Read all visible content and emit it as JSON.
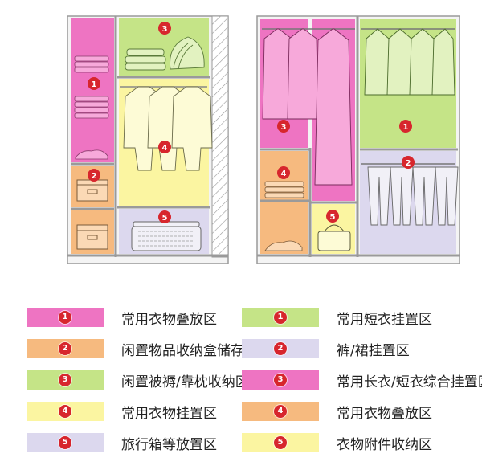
{
  "colors": {
    "pink": "#ee74c2",
    "orange": "#f6ba7f",
    "green": "#c5e487",
    "yellow": "#fbf5a1",
    "lavender": "#dcd8ee",
    "badge": "#d7262d"
  },
  "left_wardrobe": {
    "zones": [
      {
        "num": "1",
        "color": "pink"
      },
      {
        "num": "2",
        "color": "orange"
      },
      {
        "num": "3",
        "color": "green"
      },
      {
        "num": "4",
        "color": "yellow"
      },
      {
        "num": "5",
        "color": "lavender"
      }
    ]
  },
  "right_wardrobe": {
    "zones": [
      {
        "num": "3",
        "color": "pink"
      },
      {
        "num": "4",
        "color": "orange"
      },
      {
        "num": "5",
        "color": "yellow"
      },
      {
        "num": "1",
        "color": "green"
      },
      {
        "num": "2",
        "color": "lavender"
      }
    ]
  },
  "legend_left": [
    {
      "num": "1",
      "color": "pink",
      "label": "常用衣物叠放区"
    },
    {
      "num": "2",
      "color": "orange",
      "label": "闲置物品收纳盒储存区"
    },
    {
      "num": "3",
      "color": "green",
      "label": "闲置被褥/靠枕收纳区"
    },
    {
      "num": "4",
      "color": "yellow",
      "label": "常用衣物挂置区"
    },
    {
      "num": "5",
      "color": "lavender",
      "label": "旅行箱等放置区"
    }
  ],
  "legend_right": [
    {
      "num": "1",
      "color": "green",
      "label": "常用短衣挂置区"
    },
    {
      "num": "2",
      "color": "lavender",
      "label": "裤/裙挂置区"
    },
    {
      "num": "3",
      "color": "pink",
      "label": "常用长衣/短衣综合挂置区"
    },
    {
      "num": "4",
      "color": "orange",
      "label": "常用衣物叠放区"
    },
    {
      "num": "5",
      "color": "yellow",
      "label": "衣物附件收纳区"
    }
  ]
}
